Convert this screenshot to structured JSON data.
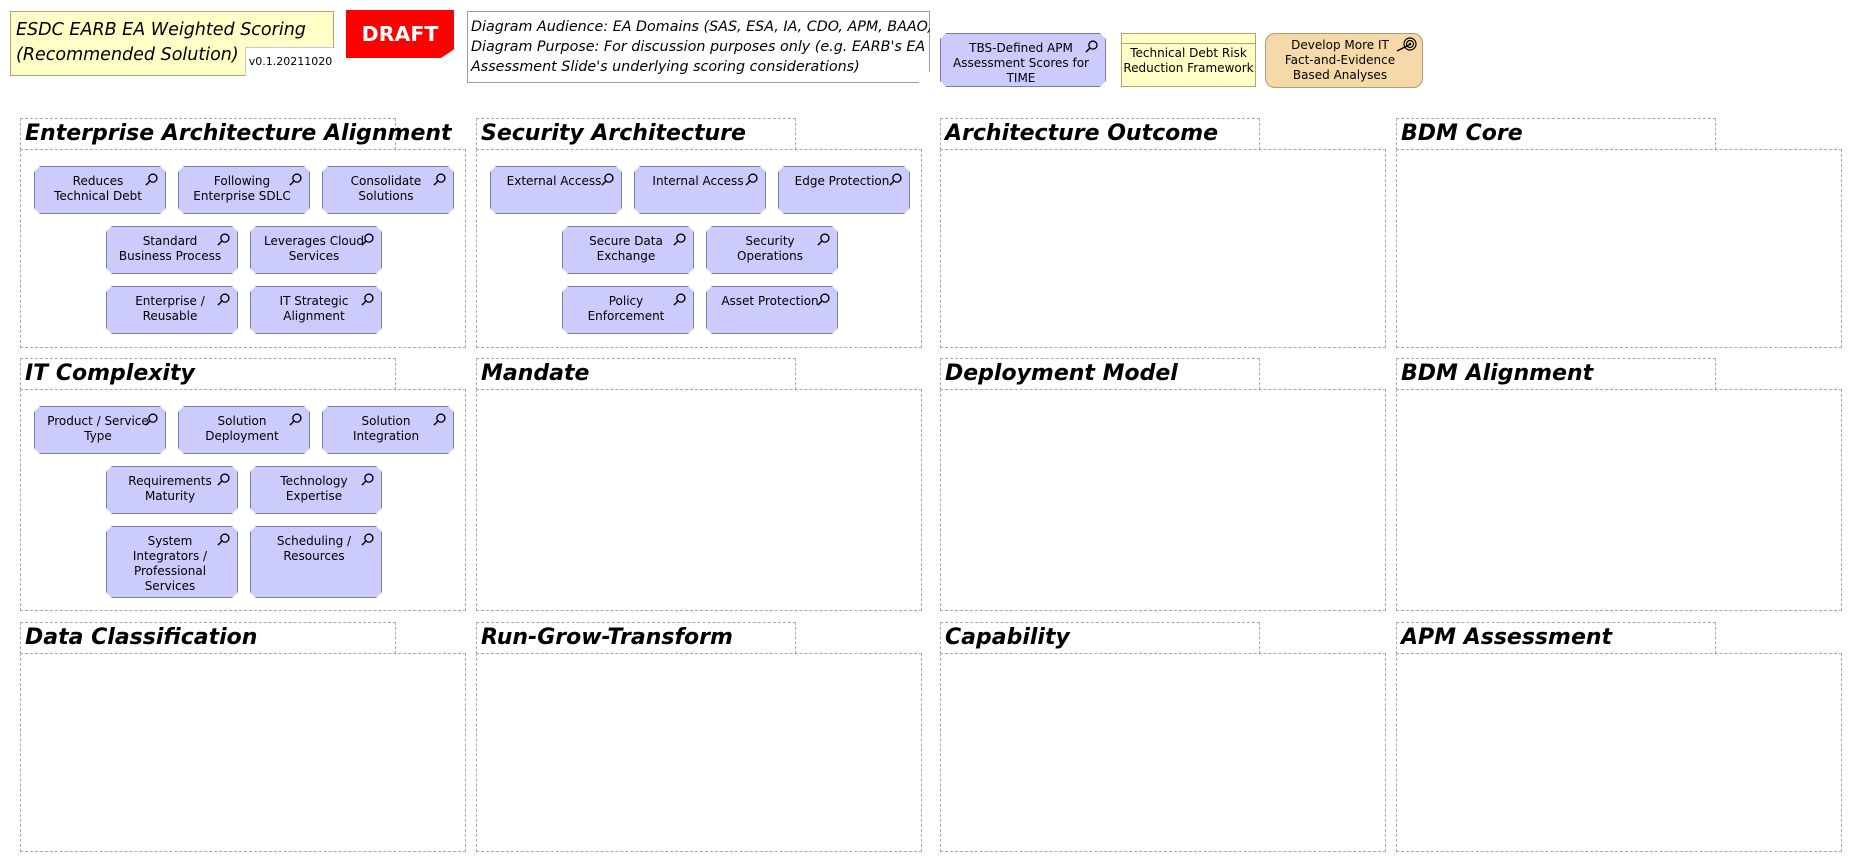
{
  "header": {
    "title_line1": "ESDC EARB EA Weighted Scoring",
    "title_line2": "(Recommended Solution)",
    "version": "v0.1.20211020",
    "draft": "DRAFT",
    "audience_line1": "Diagram Audience: EA Domains (SAS, ESA, IA, CDO, APM, BAAO)",
    "audience_line2": "Diagram Purpose: For discussion purposes only (e.g. EARB's EA",
    "audience_line3": "Assessment Slide's underlying scoring considerations)",
    "tbs_line1": "TBS-Defined APM",
    "tbs_line2": "Assessment Scores for",
    "tbs_line3": "TIME",
    "risk_line1": "Technical Debt Risk",
    "risk_line2": "Reduction Framework",
    "develop_line1": "Develop More IT",
    "develop_line2": "Fact-and-Evidence",
    "develop_line3": "Based Analyses"
  },
  "groups": {
    "ea_alignment": {
      "title": "Enterprise Architecture Alignment",
      "items": [
        [
          "Reduces",
          "Technical Debt",
          ""
        ],
        [
          "Following",
          "Enterprise SDLC",
          ""
        ],
        [
          "Consolidate",
          "Solutions",
          ""
        ],
        [
          "Standard",
          "Business Process",
          ""
        ],
        [
          "Leverages Cloud",
          "Services",
          ""
        ],
        [
          "Enterprise /",
          "Reusable",
          ""
        ],
        [
          "IT Strategic",
          "Alignment",
          ""
        ]
      ]
    },
    "security": {
      "title": "Security Architecture",
      "items": [
        [
          "External Access",
          "",
          ""
        ],
        [
          "Internal Access",
          "",
          ""
        ],
        [
          "Edge Protection",
          "",
          ""
        ],
        [
          "Secure Data",
          "Exchange",
          ""
        ],
        [
          "Security",
          "Operations",
          ""
        ],
        [
          "Policy",
          "Enforcement",
          ""
        ],
        [
          "Asset Protection",
          "",
          ""
        ]
      ]
    },
    "arch_outcome": {
      "title": "Architecture Outcome"
    },
    "bdm_core": {
      "title": "BDM Core"
    },
    "it_complexity": {
      "title": "IT Complexity",
      "items": [
        [
          "Product / Service",
          "Type",
          ""
        ],
        [
          "Solution",
          "Deployment",
          ""
        ],
        [
          "Solution",
          "Integration",
          ""
        ],
        [
          "Requirements",
          "Maturity",
          ""
        ],
        [
          "Technology",
          "Expertise",
          ""
        ],
        [
          "System",
          "Integrators /",
          "Professional Services"
        ],
        [
          "Scheduling /",
          "Resources",
          ""
        ]
      ]
    },
    "mandate": {
      "title": "Mandate"
    },
    "deployment_model": {
      "title": "Deployment Model"
    },
    "bdm_alignment": {
      "title": "BDM Alignment"
    },
    "data_classification": {
      "title": "Data Classification"
    },
    "run_grow_transform": {
      "title": "Run-Grow-Transform"
    },
    "capability": {
      "title": "Capability"
    },
    "apm_assessment": {
      "title": "APM Assessment"
    }
  },
  "colors": {
    "note_yellow": "#fffec6",
    "draft_red": "#ff0000",
    "element_purple": "#cbcbfc",
    "goal_orange": "#f5d9a8"
  }
}
